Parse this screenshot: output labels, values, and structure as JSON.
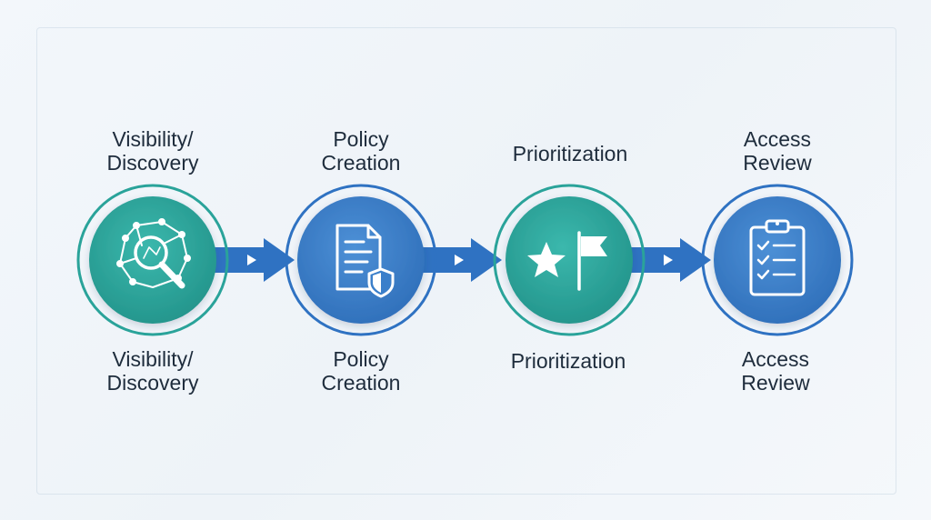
{
  "steps": [
    {
      "top_label": "Visibility/\nDiscovery",
      "bottom_label": "Visibility/\nDiscovery",
      "icon": "magnifier-network-icon",
      "color": "#2aa39a"
    },
    {
      "top_label": "Policy\nCreation",
      "bottom_label": "Policy\nCreation",
      "icon": "document-shield-icon",
      "color": "#3b7fca"
    },
    {
      "top_label": "Prioritization",
      "bottom_label": "Prioritization",
      "icon": "star-flag-icon",
      "color": "#2aa39a"
    },
    {
      "top_label": "Access\nReview",
      "bottom_label": "Access\nReview",
      "icon": "clipboard-checklist-icon",
      "color": "#3b7fca"
    }
  ],
  "colors": {
    "arrow": "#2f72c2",
    "teal": "#2aa39a",
    "blue": "#3b7fca",
    "text": "#1e2c3c"
  }
}
